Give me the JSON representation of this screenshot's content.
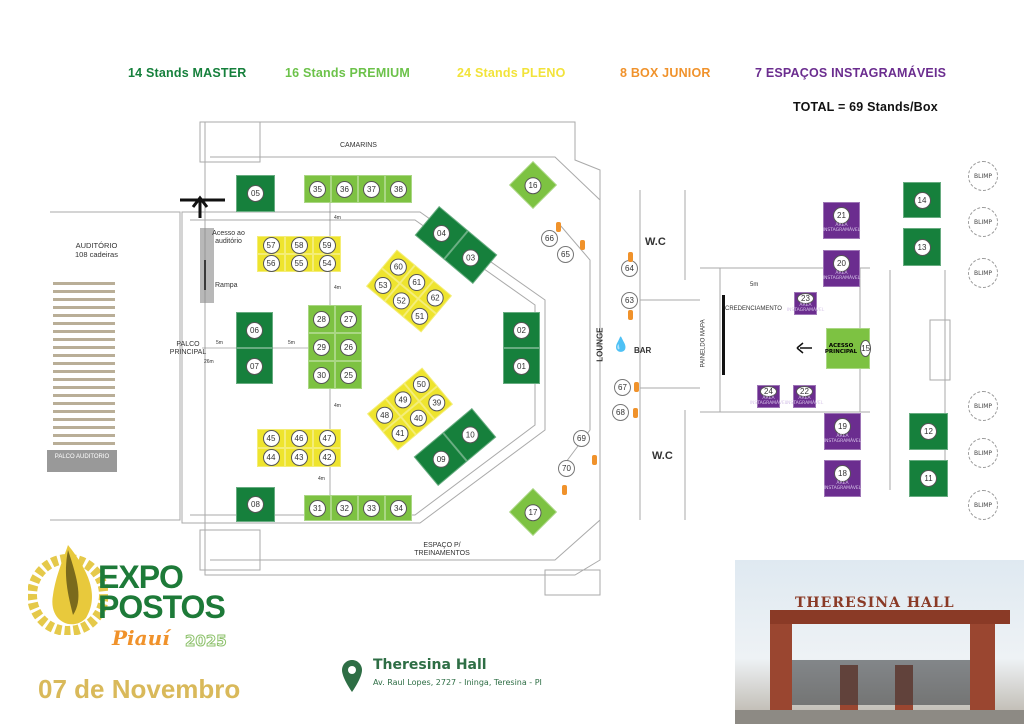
{
  "legend": {
    "master": "14 Stands MASTER",
    "premium": "16 Stands PREMIUM",
    "pleno": "24 Stands PLENO",
    "box_junior": "8 BOX JUNIOR",
    "instagram": "7 ESPAÇOS INSTAGRAMÁVEIS",
    "total": "TOTAL = 69 Stands/Box"
  },
  "colors": {
    "master": "#16803c",
    "premium": "#7dc242",
    "pleno": "#eee42e",
    "box_junior": "#f0922b",
    "instagram": "#6b2d8f",
    "text_dark": "#1a1a1a"
  },
  "stands": {
    "master": [
      "01",
      "02",
      "03",
      "04",
      "05",
      "06",
      "07",
      "08",
      "09",
      "10",
      "11",
      "12",
      "13",
      "14"
    ],
    "premium": [
      "15",
      "16",
      "17",
      "25",
      "26",
      "27",
      "28",
      "29",
      "30",
      "31",
      "32",
      "33",
      "34",
      "35",
      "36",
      "37",
      "38"
    ],
    "pleno": [
      "39",
      "40",
      "41",
      "42",
      "43",
      "44",
      "45",
      "46",
      "47",
      "48",
      "49",
      "50",
      "51",
      "52",
      "53",
      "54",
      "55",
      "56",
      "57",
      "58",
      "59",
      "60",
      "61",
      "62"
    ],
    "box_junior": [
      "63",
      "64",
      "65",
      "66",
      "67",
      "68",
      "69",
      "70"
    ],
    "instagram": [
      "18",
      "19",
      "20",
      "21",
      "22",
      "23",
      "24"
    ]
  },
  "map_labels": {
    "camarins": "CAMARINS",
    "auditorio": "AUDITÓRIO",
    "auditorio_capacity": "108 cadeiras",
    "palco_auditorio": "PALCO AUDITORIO",
    "palco_principal": "PALCO PRINCIPAL",
    "acesso_auditorio": "Acesso ao auditório",
    "rampa": "Rampa",
    "treinamentos": "ESPAÇO P/ TREINAMENTOS",
    "wc": "W.C",
    "lounge": "LOUNGE",
    "bar": "BAR",
    "painel": "PAINELDO MAPA",
    "credenciamento": "CREDENCIAMENTO",
    "acesso_principal": "ACESSO PRINCIPAL",
    "area_instagramavel": "ÁREA INSTAGRAMÁVEL",
    "blimp": "BLIMP",
    "dim_4m": "4m",
    "dim_5m": "5m",
    "dim_26m": "26m"
  },
  "event": {
    "logo_line1": "EXPO",
    "logo_line2": "POSTOS",
    "logo_script": "Piauí",
    "logo_year": "2025",
    "date": "07 de Novembro",
    "venue": "Theresina Hall",
    "address": "Av. Raul Lopes, 2727 - Ininga, Teresina - PI",
    "photo_sign": "THERESINA HALL"
  }
}
